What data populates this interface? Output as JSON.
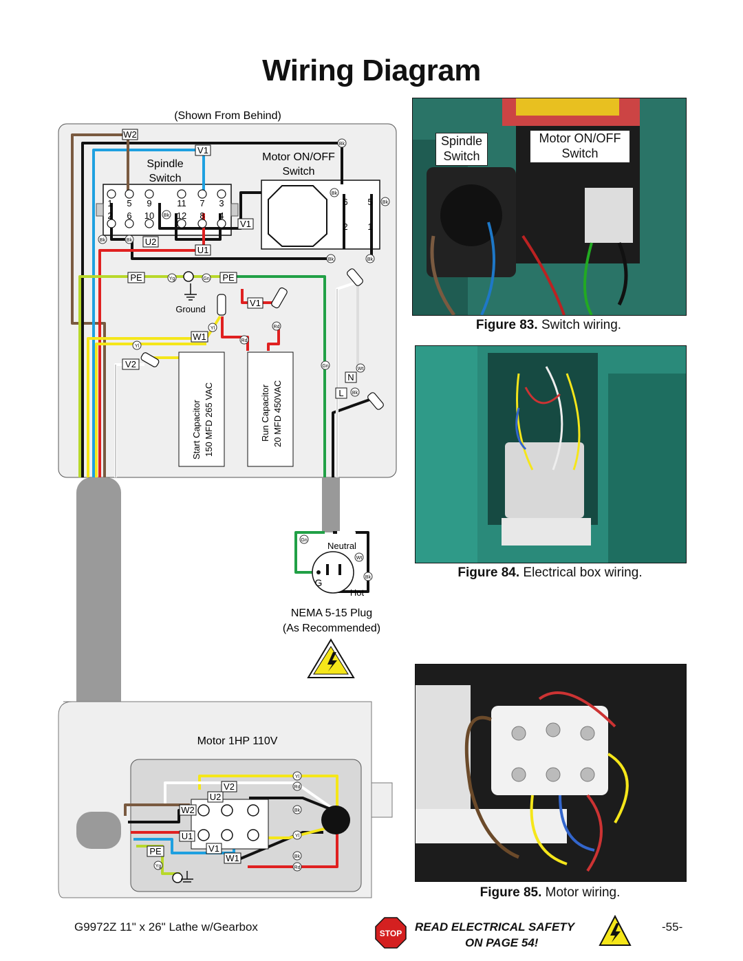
{
  "page": {
    "title": "Wiring Diagram"
  },
  "diagram": {
    "view_note": "(Shown From Behind)",
    "spindle_switch": "Spindle\nSwitch",
    "spindle_line1": "Spindle",
    "spindle_line2": "Switch",
    "motor_switch_line1": "Motor ON/OFF",
    "motor_switch_line2": "Switch",
    "ground": "Ground",
    "start_cap_line1": "Start Capacitor",
    "start_cap_line2": "150 MFD 265 VAC",
    "run_cap_line1": "Run Capacitor",
    "run_cap_line2": "20 MFD 450VAC",
    "plug_line1": "NEMA 5-15 Plug",
    "plug_line2": "(As Recommended)",
    "neutral": "Neutral",
    "hot": "Hot",
    "g": "G",
    "motor_label": "Motor 1HP 110V",
    "terminals": {
      "w2": "W2",
      "v1": "V1",
      "u2": "U2",
      "u1": "U1",
      "pe": "PE",
      "w1": "W1",
      "v2": "V2",
      "n": "N",
      "l": "L"
    },
    "spindle_numbers_top": [
      "1",
      "5",
      "9",
      "11",
      "7",
      "3"
    ],
    "spindle_numbers_bottom": [
      "2",
      "6",
      "10",
      "12",
      "8",
      "4"
    ],
    "motor_switch_numbers": [
      "6",
      "5",
      "2",
      "1"
    ],
    "wire_tags": {
      "bk": "Bk",
      "yg": "Yg",
      "gn": "Gn",
      "yl": "Yl",
      "rd": "Rd",
      "wt": "Wt"
    }
  },
  "figures": [
    {
      "number": "Figure 83.",
      "caption": "Switch wiring."
    },
    {
      "number": "Figure 84.",
      "caption": "Electrical box wiring."
    },
    {
      "number": "Figure 85.",
      "caption": "Motor wiring."
    }
  ],
  "photo83": {
    "tag_spindle_1": "Spindle",
    "tag_spindle_2": "Switch",
    "tag_motor_1": "Motor ON/OFF",
    "tag_motor_2": "Switch"
  },
  "footer": {
    "model": "G9972Z 11\" x 26\" Lathe w/Gearbox",
    "stop": "STOP",
    "warn_line1": "READ ELECTRICAL SAFETY",
    "warn_line2": "ON PAGE 54!",
    "page_number": "-55-"
  },
  "colors": {
    "black": "#111111",
    "blue": "#1ea0e0",
    "red": "#e02020",
    "green": "#21a046",
    "yellow": "#f5e61a",
    "brown": "#7a5a40",
    "white": "#ffffff",
    "panel": "#f0f0f0",
    "teal": "#2a9a8a"
  }
}
